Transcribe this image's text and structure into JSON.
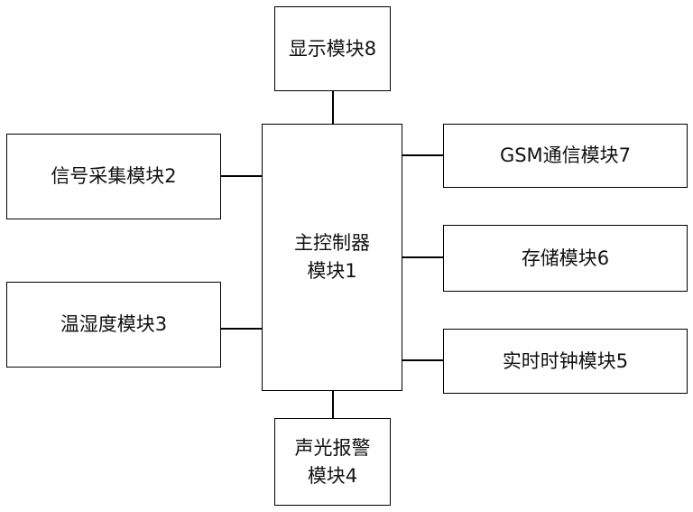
{
  "modules": {
    "main": {
      "line1": "主控制器",
      "line2": "模块1"
    },
    "display": {
      "label": "显示模块8"
    },
    "signal": {
      "label": "信号采集模块2"
    },
    "temp_humidity": {
      "label": "温湿度模块3"
    },
    "gsm": {
      "label": "GSM通信模块7"
    },
    "storage": {
      "label": "存储模块6"
    },
    "rtc": {
      "label": "实时时钟模块5"
    },
    "alarm": {
      "line1": "声光报警",
      "line2": "模块4"
    }
  }
}
